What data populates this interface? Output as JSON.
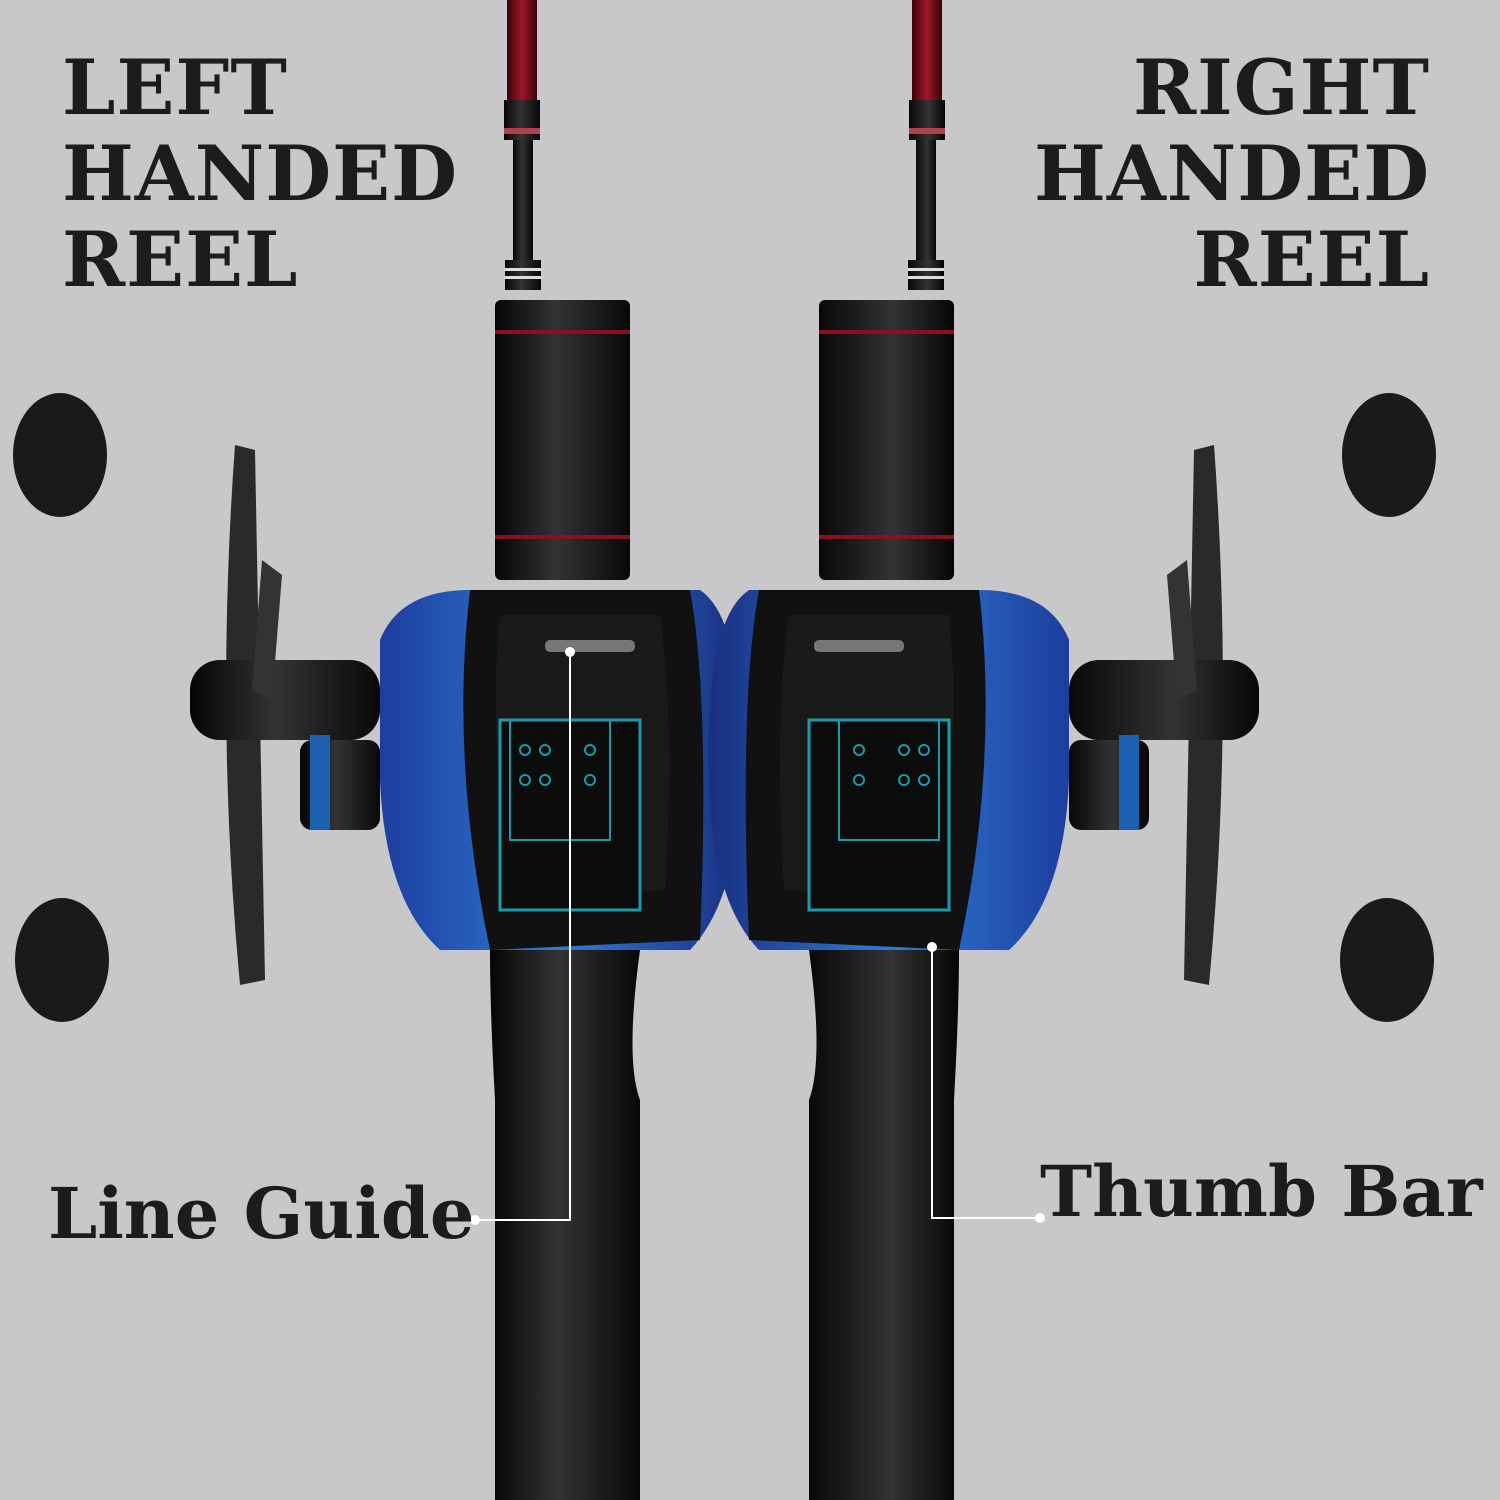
{
  "left_label": {
    "lines": [
      "LEFT",
      "HANDED",
      "REEL"
    ]
  },
  "right_label": {
    "lines": [
      "RIGHT",
      "HANDED",
      "REEL"
    ]
  },
  "callouts": {
    "line_guide": "Line Guide",
    "thumb_bar": "Thumb Bar"
  },
  "colors": {
    "background": "#c8c8ca",
    "text": "#1c1c1c",
    "reel_accent": "#2a63c8",
    "rod": "#7a1020"
  }
}
